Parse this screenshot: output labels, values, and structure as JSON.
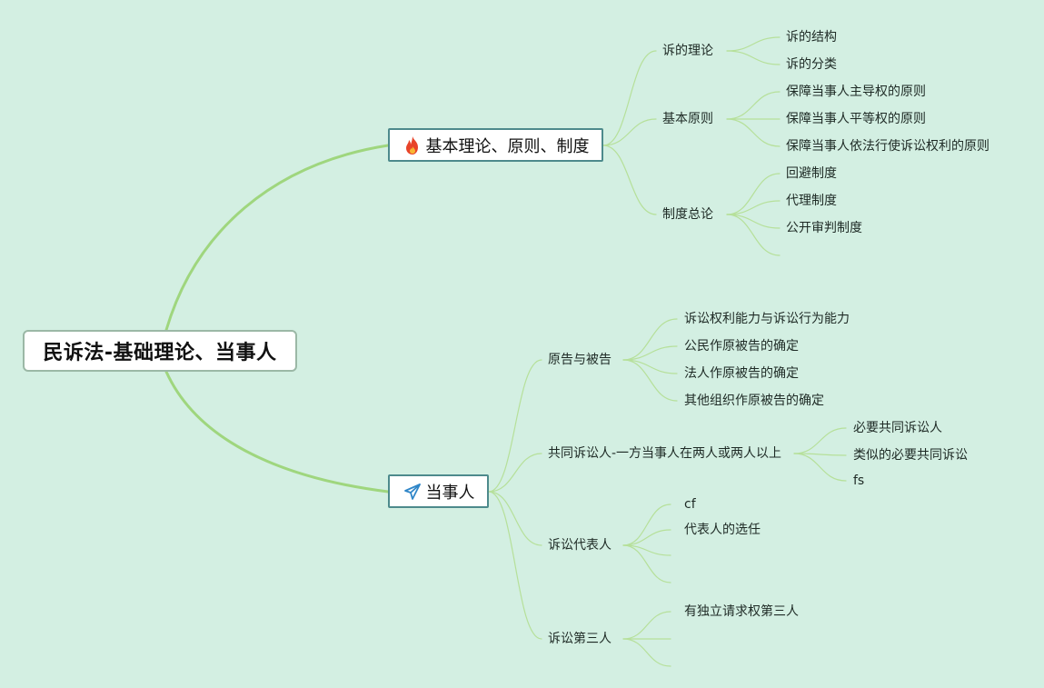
{
  "root": {
    "label": "民诉法-基础理论、当事人"
  },
  "branches": [
    {
      "label": "基本理论、原则、制度",
      "icon": "fire-icon",
      "icon_color": "#e8442a",
      "children": [
        {
          "label": "诉的理论",
          "children": [
            "诉的结构",
            "诉的分类"
          ]
        },
        {
          "label": "基本原则",
          "children": [
            "保障当事人主导权的原则",
            "保障当事人平等权的原则",
            "保障当事人依法行使诉讼权利的原则"
          ]
        },
        {
          "label": "制度总论",
          "children": [
            "回避制度",
            "代理制度",
            "公开审判制度",
            ""
          ]
        }
      ]
    },
    {
      "label": "当事人",
      "icon": "paper-plane-icon",
      "icon_color": "#2f86c8",
      "children": [
        {
          "label": "原告与被告",
          "children": [
            "诉讼权利能力与诉讼行为能力",
            "公民作原被告的确定",
            "法人作原被告的确定",
            "其他组织作原被告的确定"
          ]
        },
        {
          "label": "共同诉讼人-一方当事人在两人或两人以上",
          "children": [
            "必要共同诉讼人",
            "类似的必要共同诉讼",
            "fs"
          ]
        },
        {
          "label": "诉讼代表人",
          "children": [
            "cf",
            "代表人的选任",
            "",
            ""
          ]
        },
        {
          "label": "诉讼第三人",
          "children": [
            "有独立请求权第三人",
            "",
            ""
          ]
        }
      ]
    }
  ],
  "colors": {
    "background": "#d3efe2",
    "main_edge": "#9fd67e",
    "sub_edge": "#b6e09a",
    "main_border": "#4d8a8c"
  }
}
